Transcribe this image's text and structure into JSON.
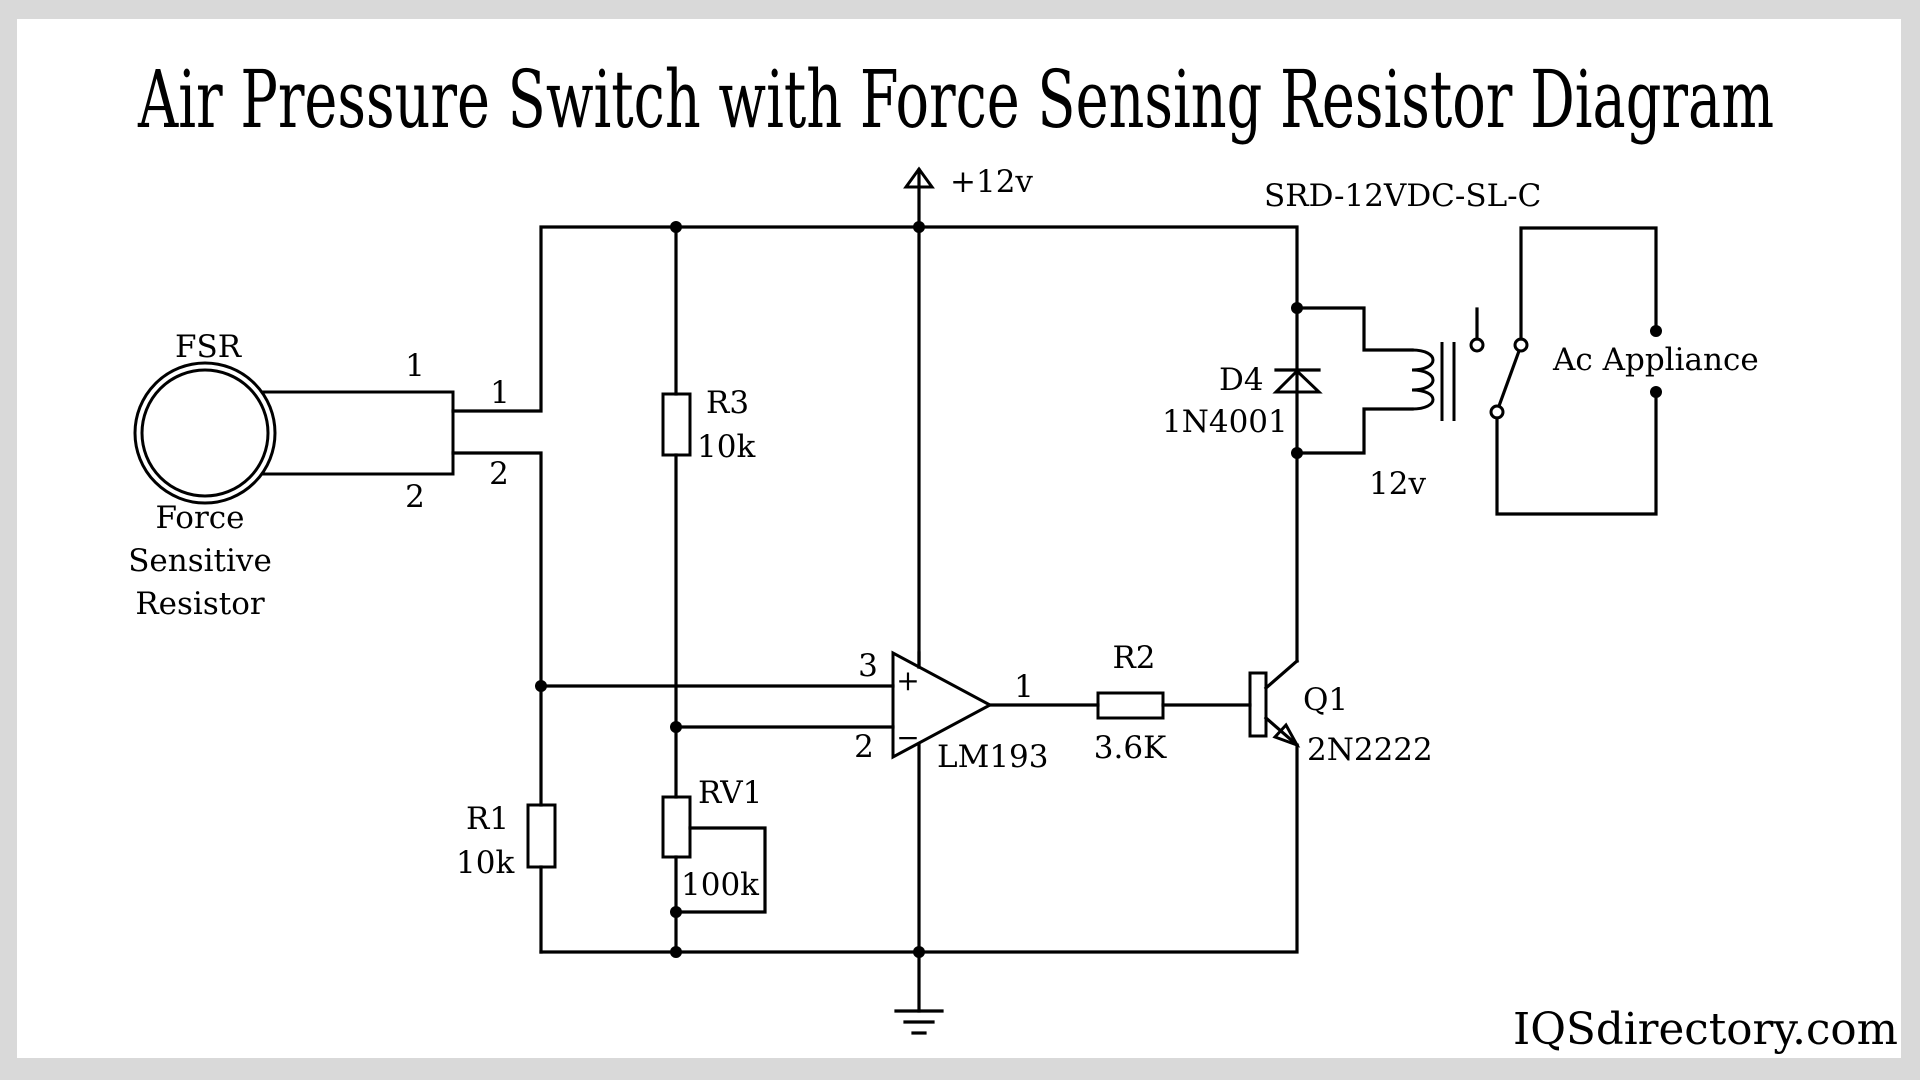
{
  "title": "Air Pressure Switch with Force Sensing Resistor Diagram",
  "brand": "IQSdirectory.com",
  "components": {
    "fsr": {
      "ref": "FSR",
      "name_lines": [
        "Force",
        "Sensitive",
        "Resistor"
      ],
      "pin1": "1",
      "pin2": "2",
      "conn_pin1": "1",
      "conn_pin2": "2"
    },
    "supply": {
      "label": "+12v"
    },
    "r3": {
      "ref": "R3",
      "value": "10k"
    },
    "r1": {
      "ref": "R1",
      "value": "10k"
    },
    "rv1": {
      "ref": "RV1",
      "value": "100k"
    },
    "comparator": {
      "part": "LM193",
      "pin_noninv": "3",
      "pin_inv": "2",
      "pin_out": "1",
      "plus_sign": "+",
      "minus_sign": "−"
    },
    "r2": {
      "ref": "R2",
      "value": "3.6K"
    },
    "q1": {
      "ref": "Q1",
      "part": "2N2222"
    },
    "d4": {
      "ref": "D4",
      "part": "1N4001"
    },
    "relay": {
      "part": "SRD-12VDC-SL-C",
      "coil_voltage": "12v"
    },
    "load": {
      "label": "Ac Appliance"
    }
  }
}
